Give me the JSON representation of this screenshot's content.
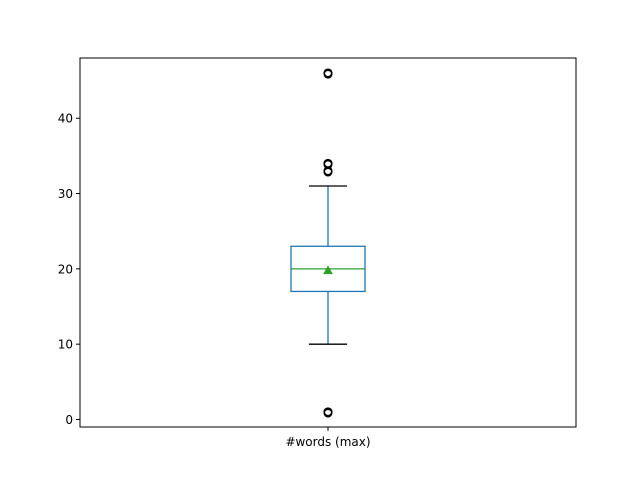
{
  "chart_data": {
    "type": "box",
    "categories": [
      "#words (max)"
    ],
    "title": "",
    "xlabel": "",
    "ylabel": "",
    "ylim": [
      -1,
      48
    ],
    "yticks": [
      0,
      10,
      20,
      30,
      40
    ],
    "grid": false,
    "series": [
      {
        "category": "#words (max)",
        "whisker_low": 10,
        "q1": 17,
        "median": 20,
        "q3": 23,
        "whisker_high": 31,
        "mean": 19.8,
        "outliers": [
          1,
          33,
          34,
          46
        ]
      }
    ],
    "colors": {
      "box": "#1f77b4",
      "median": "#2ca02c",
      "mean_marker": "#2ca02c",
      "caps": "#000000",
      "outliers": "#000000",
      "axes": "#000000"
    }
  }
}
